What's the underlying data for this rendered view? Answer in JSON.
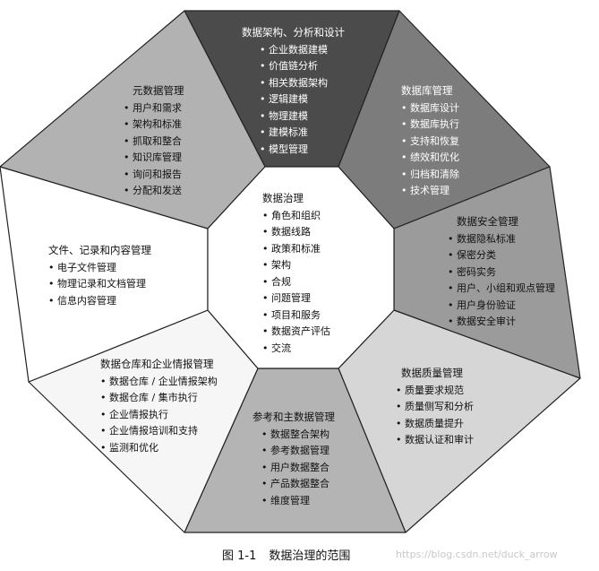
{
  "figure": {
    "caption_number": "图 1-1",
    "caption_text": "数据治理的范围",
    "watermark": "https://blog.csdn.net/duck_arrow"
  },
  "colors": {
    "top": "#4b4b4b",
    "top_right": "#7c7c7c",
    "right": "#9b9b9b",
    "bottom_right": "#d6d6d6",
    "bottom": "#b4b4b4",
    "bottom_left": "#f6f6f6",
    "left": "#ffffff",
    "top_left": "#b2b2b2",
    "center": "#ffffff",
    "border": "#222222"
  },
  "segments": [
    {
      "id": "top",
      "title": "数据架构、分析和设计",
      "items": [
        "企业数据建模",
        "价值链分析",
        "相关数据架构",
        "逻辑建模",
        "物理建模",
        "建模标准",
        "模型管理"
      ]
    },
    {
      "id": "top_right",
      "title": "数据库管理",
      "items": [
        "数据库设计",
        "数据库执行",
        "支持和恢复",
        "绩效和优化",
        "归档和清除",
        "技术管理"
      ]
    },
    {
      "id": "right",
      "title": "数据安全管理",
      "items": [
        "数据隐私标准",
        "保密分类",
        "密码实务",
        "用户、小组和观点管理",
        "用户身份验证",
        "数据安全审计"
      ]
    },
    {
      "id": "bottom_right",
      "title": "数据质量管理",
      "items": [
        "质量要求规范",
        "质量侧写和分析",
        "数据质量提升",
        "数据认证和审计"
      ]
    },
    {
      "id": "bottom",
      "title": "参考和主数据管理",
      "items": [
        "数据整合架构",
        "参考数据管理",
        "用户数据整合",
        "产品数据整合",
        "维度管理"
      ]
    },
    {
      "id": "bottom_left",
      "title": "数据仓库和企业情报管理",
      "items": [
        "数据仓库 / 企业情报架构",
        "数据仓库 / 集市执行",
        "企业情报执行",
        "企业情报培训和支持",
        "监测和优化"
      ]
    },
    {
      "id": "left",
      "title": "文件、记录和内容管理",
      "items": [
        "电子文件管理",
        "物理记录和文档管理",
        "信息内容管理"
      ]
    },
    {
      "id": "top_left",
      "title": "元数据管理",
      "items": [
        "用户和需求",
        "架构和标准",
        "抓取和整合",
        "知识库管理",
        "询问和报告",
        "分配和发送"
      ]
    },
    {
      "id": "center",
      "title": "数据治理",
      "items": [
        "角色和组织",
        "数据线路",
        "政策和标准",
        "架构",
        "合规",
        "问题管理",
        "项目和服务",
        "数据资产评估",
        "交流"
      ]
    }
  ]
}
